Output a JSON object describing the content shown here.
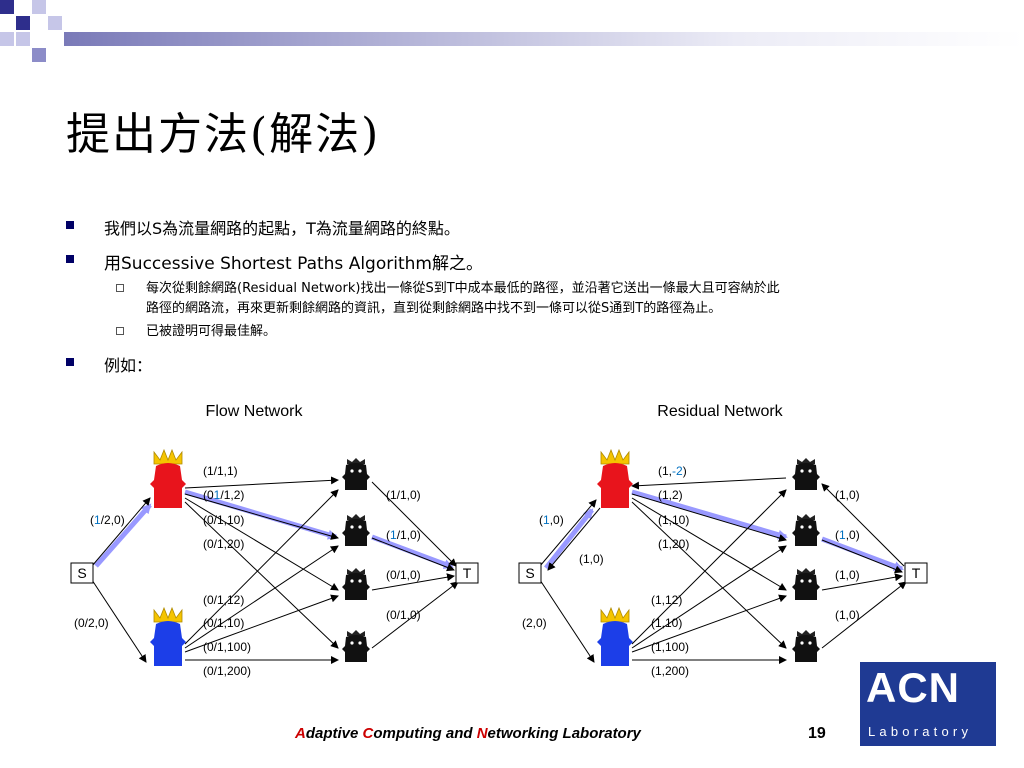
{
  "slide": {
    "title": "提出方法(解法)",
    "bullets": [
      {
        "text": "我們以S為流量網路的起點，T為流量網路的終點。"
      },
      {
        "text": "用Successive Shortest Paths Algorithm解之。"
      },
      {
        "text": "例如："
      }
    ],
    "sub_bullets": [
      {
        "line1": "每次從剩餘網路(Residual Network)找出一條從S到T中成本最低的路徑，並沿著它送出一條最大且可容納於此",
        "line2": "路徑的網路流，再來更新剩餘網路的資訊，直到從剩餘網路中找不到一條可以從S通到T的路徑為止。"
      },
      {
        "line1": "已被證明可得最佳解。"
      }
    ],
    "footer": {
      "A": "A",
      "daptive": "daptive ",
      "C": "C",
      "omputing": "omputing and ",
      "N": "N",
      "etworking": "etworking Laboratory"
    },
    "page_number": "19",
    "logo": {
      "big": "ACN",
      "small": "Laboratory"
    }
  },
  "diagram": {
    "flow_title": "Flow Network",
    "residual_title": "Residual Network",
    "node_s": "S",
    "node_t": "T",
    "flow_labels": {
      "top_sup_1": "(1/1,1)",
      "top_sup_2a": "(0",
      "top_sup_2b": "1",
      "top_sup_2c": "/1,2)",
      "top_sup_3": "(0/1,10)",
      "top_sup_4": "(0/1,20)",
      "bot_sup_1": "(0/1,12)",
      "bot_sup_2": "(0/1,10)",
      "bot_sup_3": "(0/1,100)",
      "bot_sup_4": "(0/1,200)",
      "s_top_a": "(",
      "s_top_b": "1",
      "s_top_c": "/2,0)",
      "s_bot": "(0/2,0)",
      "c1_t": "(1/1,0)",
      "c2_ta": "(",
      "c2_tb": "1",
      "c2_tc": "/1,0)",
      "c3_t": "(0/1,0)",
      "c4_t": "(0/1,0)"
    },
    "residual_labels": {
      "top_sup_1a": "(1,",
      "top_sup_1b": "-2",
      "top_sup_1c": ")",
      "top_sup_2": "(1,2)",
      "top_sup_3": "(1,10)",
      "top_sup_4": "(1,20)",
      "bot_sup_1": "(1,12)",
      "bot_sup_2": "(1,10)",
      "bot_sup_3": "(1,100)",
      "bot_sup_4": "(1,200)",
      "s_top_a": "(",
      "s_top_b": "1",
      "s_top_c": ",0)",
      "s_back": "(1,0)",
      "s_bot": "(2,0)",
      "c1_t": "(1,0)",
      "c2_ta": "(",
      "c2_tb": "1",
      "c2_tc": ",0)",
      "c3_t": "(1,0)",
      "c4_t": "(1,0)"
    },
    "colors": {
      "highlight": "#9999ff",
      "blue_text": "#0070c0",
      "red_supplier": "#e8141c",
      "blue_supplier": "#1c3ee8",
      "crown": "#f5c400",
      "accent_square": "#2e2e8c",
      "light_square": "#c6c6e8"
    }
  }
}
